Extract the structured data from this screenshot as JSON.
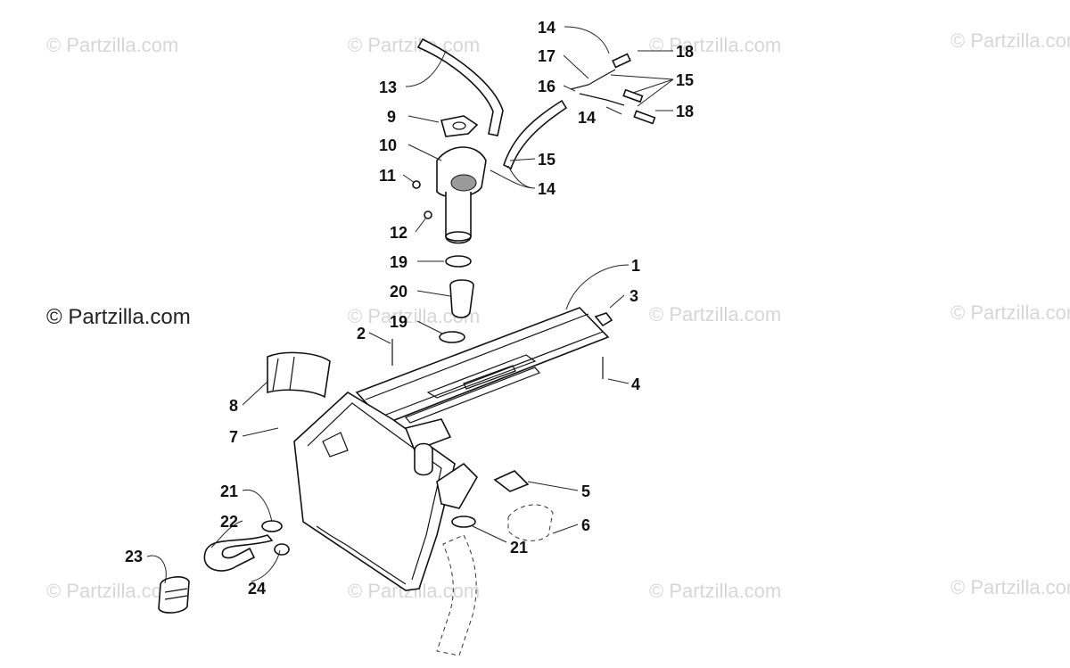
{
  "watermark": {
    "text": "© Partzilla.com",
    "primary_text": "© Partzilla.com"
  },
  "callouts": [
    {
      "id": "c13",
      "label": "13"
    },
    {
      "id": "c9",
      "label": "9"
    },
    {
      "id": "c10",
      "label": "10"
    },
    {
      "id": "c11",
      "label": "11"
    },
    {
      "id": "c12",
      "label": "12"
    },
    {
      "id": "c19a",
      "label": "19"
    },
    {
      "id": "c20",
      "label": "20"
    },
    {
      "id": "c19b",
      "label": "19"
    },
    {
      "id": "c14a",
      "label": "14"
    },
    {
      "id": "c17",
      "label": "17"
    },
    {
      "id": "c16",
      "label": "16"
    },
    {
      "id": "c18a",
      "label": "18"
    },
    {
      "id": "c15a",
      "label": "15"
    },
    {
      "id": "c14b",
      "label": "14"
    },
    {
      "id": "c18b",
      "label": "18"
    },
    {
      "id": "c15b",
      "label": "15"
    },
    {
      "id": "c14c",
      "label": "14"
    },
    {
      "id": "c1",
      "label": "1"
    },
    {
      "id": "c3",
      "label": "3"
    },
    {
      "id": "c2",
      "label": "2"
    },
    {
      "id": "c4",
      "label": "4"
    },
    {
      "id": "c8",
      "label": "8"
    },
    {
      "id": "c7",
      "label": "7"
    },
    {
      "id": "c5",
      "label": "5"
    },
    {
      "id": "c6",
      "label": "6"
    },
    {
      "id": "c21a",
      "label": "21"
    },
    {
      "id": "c22",
      "label": "22"
    },
    {
      "id": "c21b",
      "label": "21"
    },
    {
      "id": "c23",
      "label": "23"
    },
    {
      "id": "c24",
      "label": "24"
    }
  ]
}
